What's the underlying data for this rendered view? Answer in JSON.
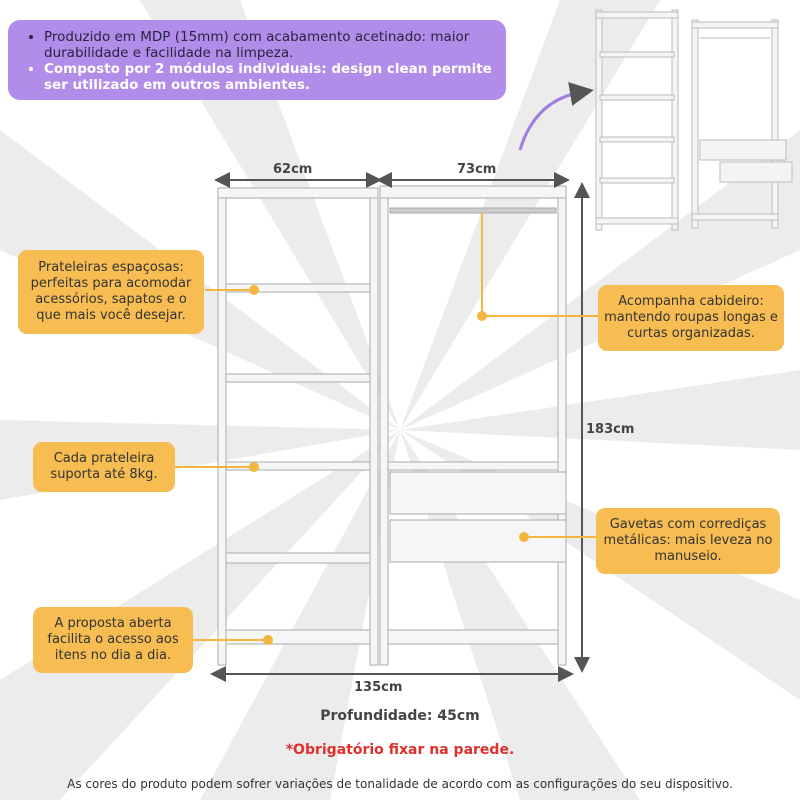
{
  "features": {
    "bullet1": "Produzido em MDP (15mm) com acabamento acetinado: maior durabilidade e facilidade na limpeza.",
    "bullet2": "Composto por 2 módulos individuais: design clean permite ser utilizado em outros ambientes."
  },
  "callouts": {
    "shelves": "Prateleiras espaçosas: perfeitas para acomodar acessórios, sapatos e o que mais você desejar.",
    "weight": "Cada prateleira suporta até 8kg.",
    "open": "A proposta aberta facilita o acesso aos itens no dia a dia.",
    "rod": "Acompanha cabideiro: mantendo roupas longas e curtas organizadas.",
    "drawers": "Gavetas com corrediças metálicas: mais leveza no manuseio."
  },
  "dimensions": {
    "left_width": "62cm",
    "right_width": "73cm",
    "height": "183cm",
    "total_width": "135cm",
    "depth": "Profundidade: 45cm"
  },
  "notice": "*Obrigatório fixar na parede.",
  "disclaimer": "As cores do produto podem sofrer variações de tonalidade de acordo com as configurações do seu dispositivo.",
  "colors": {
    "purple": "#b18ce9",
    "orange": "#f7bd52",
    "red": "#e0302b",
    "text": "#333333"
  }
}
